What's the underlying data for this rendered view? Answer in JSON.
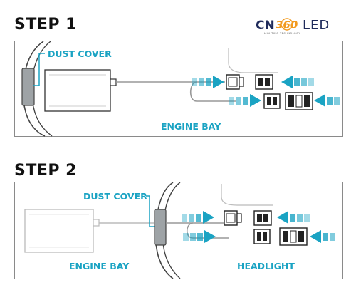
{
  "brand": {
    "logo_cn": "CN",
    "logo_num": "360",
    "logo_led": "LED",
    "logo_tagline": "LIGHTING TECHNOLOGY",
    "accent": "#1aa3c3",
    "logo_orange": "#f29a1f",
    "logo_navy": "#1f2b5b"
  },
  "step1": {
    "title": "STEP 1",
    "dust_cover_label": "DUST COVER",
    "engine_bay_label": "ENGINE BAY"
  },
  "step2": {
    "title": "STEP 2",
    "dust_cover_label": "DUST COVER",
    "engine_bay_label": "ENGINE BAY",
    "headlight_label": "HEADLIGHT"
  },
  "colors": {
    "line": "#9a9a9a",
    "dark": "#222222",
    "accent": "#1aa3c3"
  }
}
